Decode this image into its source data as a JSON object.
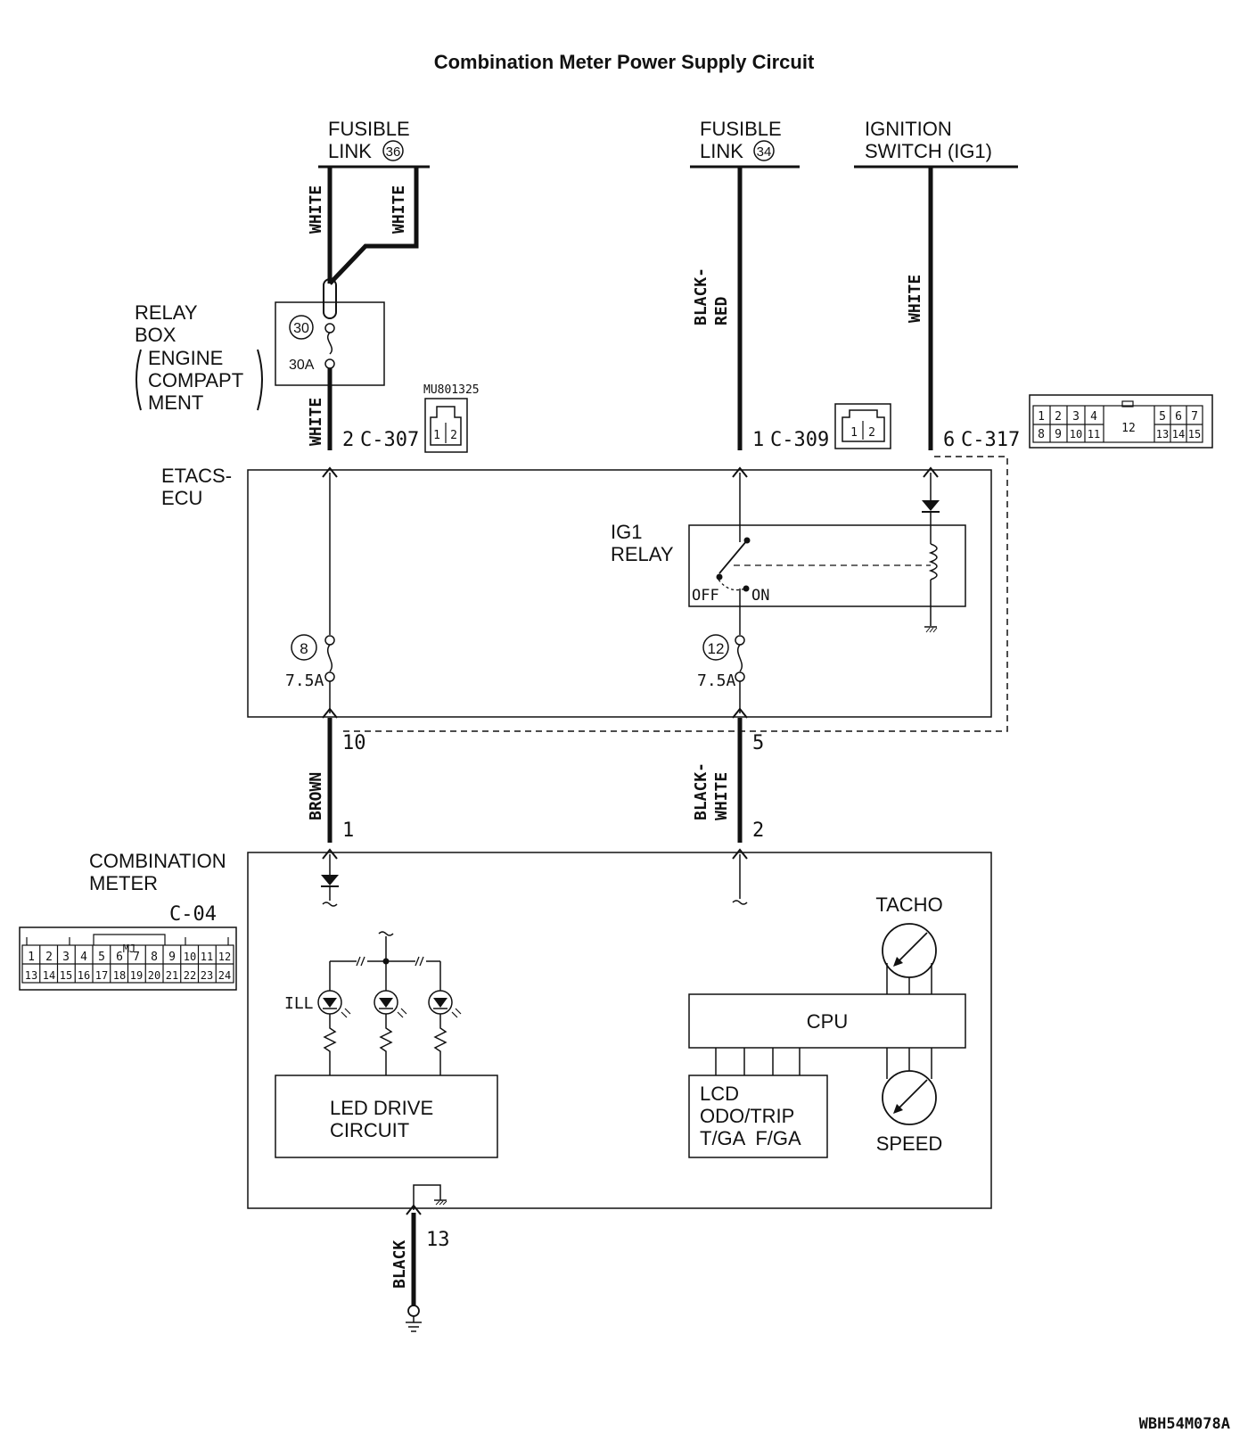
{
  "title": "Combination Meter Power Supply Circuit",
  "figure_code": "WBH54M078A",
  "sources": {
    "fusible_link_36": {
      "line1": "FUSIBLE",
      "line2": "LINK",
      "num": "36"
    },
    "fusible_link_34": {
      "line1": "FUSIBLE",
      "line2": "LINK",
      "num": "34"
    },
    "ignition_switch": {
      "line1": "IGNITION",
      "line2": "SWITCH (IG1)"
    }
  },
  "wires": {
    "white_left": "WHITE",
    "white_right": "WHITE",
    "white_relay_out": "WHITE",
    "black_red": [
      "BLACK-",
      "RED"
    ],
    "white_ig1": "WHITE",
    "brown": "BROWN",
    "black_white": [
      "BLACK-",
      "WHITE"
    ],
    "black_ground": "BLACK"
  },
  "relay_box": {
    "label": [
      "RELAY",
      "BOX"
    ],
    "location": [
      "ENGINE",
      "COMPAPT",
      "MENT"
    ],
    "fuse_num": "30",
    "fuse_rating": "30A"
  },
  "connectors": {
    "c307": {
      "pin": "2",
      "id": "C-307"
    },
    "c309": {
      "pin": "1",
      "id": "C-309"
    },
    "c317": {
      "pin": "6",
      "id": "C-317"
    },
    "mu_part": "MU801325",
    "c04": "C-04",
    "mj": "MJ"
  },
  "etacs": {
    "label": [
      "ETACS-",
      "ECU"
    ],
    "ig1_relay": [
      "IG1",
      "RELAY"
    ],
    "off": "OFF",
    "on": "ON",
    "fuse8_num": "8",
    "fuse8_rating": "7.5A",
    "fuse12_num": "12",
    "fuse12_rating": "7.5A",
    "out_pin_left": "10",
    "out_pin_right": "5"
  },
  "meter": {
    "label": [
      "COMBINATION",
      "METER"
    ],
    "in_pin_left": "1",
    "in_pin_right": "2",
    "ill": "ILL",
    "led_drive": [
      "LED DRIVE",
      "CIRCUIT"
    ],
    "cpu": "CPU",
    "lcd": [
      "LCD",
      "ODO/TRIP",
      "T/GA  F/GA"
    ],
    "tacho": "TACHO",
    "speed": "SPEED",
    "ground_pin": "13"
  },
  "pinouts": {
    "mu801325": [
      "1",
      "2"
    ],
    "c309": [
      "1",
      "2"
    ],
    "c317": [
      "1",
      "2",
      "3",
      "4",
      "5",
      "6",
      "7",
      "8",
      "9",
      "10",
      "11",
      "12",
      "13",
      "14",
      "15"
    ],
    "c04": [
      "1",
      "2",
      "3",
      "4",
      "5",
      "6",
      "7",
      "8",
      "9",
      "10",
      "11",
      "12",
      "13",
      "14",
      "15",
      "16",
      "17",
      "18",
      "19",
      "20",
      "21",
      "22",
      "23",
      "24"
    ]
  }
}
